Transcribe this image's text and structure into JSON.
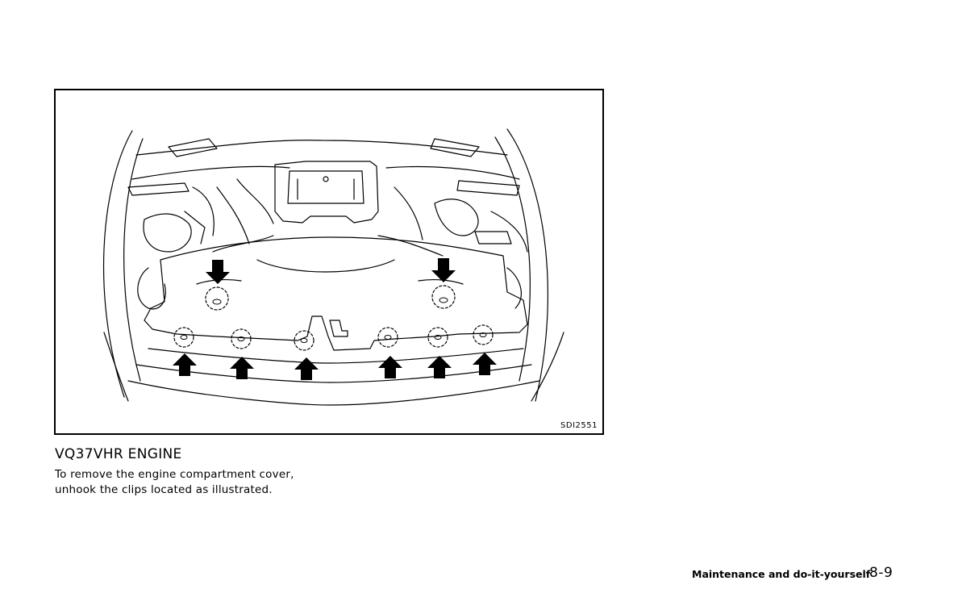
{
  "figure": {
    "code": "SDI2551",
    "illustration": "engine-compartment-cover-clips"
  },
  "section": {
    "heading": "VQ37VHR ENGINE",
    "body_line_1": "To remove the engine compartment cover,",
    "body_line_2": "unhook the clips located as illustrated."
  },
  "footer": {
    "chapter_title": "Maintenance and do-it-yourself",
    "page_number": "8-9"
  }
}
